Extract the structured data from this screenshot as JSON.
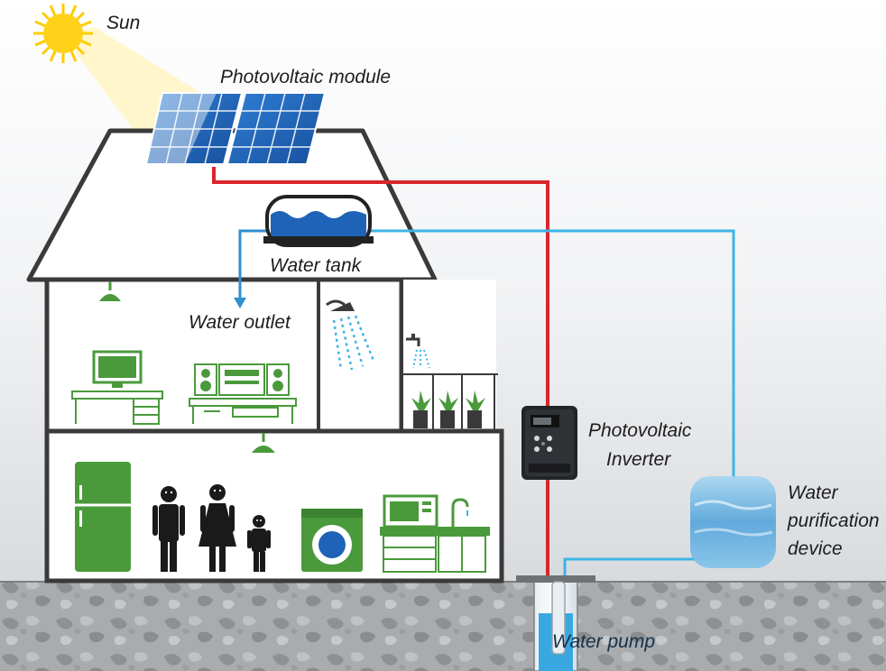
{
  "labels": {
    "sun": "Sun",
    "pv_module": "Photovoltaic module",
    "water_tank": "Water tank",
    "water_outlet": "Water outlet",
    "inverter_line1": "Photovoltaic",
    "inverter_line2": "Inverter",
    "purifier_line1": "Water",
    "purifier_line2": "purification",
    "purifier_line3": "device",
    "water_pump": "Water pump"
  },
  "colors": {
    "power_line": "#d8262b",
    "water_line": "#3cb4e6",
    "appliance_green": "#4a9a3c",
    "house_outline": "#3a3a3a",
    "panel_blue": "#1f63b8",
    "sun_yellow": "#ffd21a"
  },
  "icons": [
    "sun-icon",
    "solar-panel-icon",
    "water-tank-icon",
    "ceiling-lamp-icon",
    "tv-icon",
    "stereo-icon",
    "shower-icon",
    "faucet-icon",
    "plant-icon",
    "fridge-icon",
    "family-icon",
    "washing-machine-icon",
    "microwave-icon",
    "kitchen-sink-icon",
    "inverter-icon",
    "purifier-tank-icon",
    "well-pump-icon"
  ]
}
